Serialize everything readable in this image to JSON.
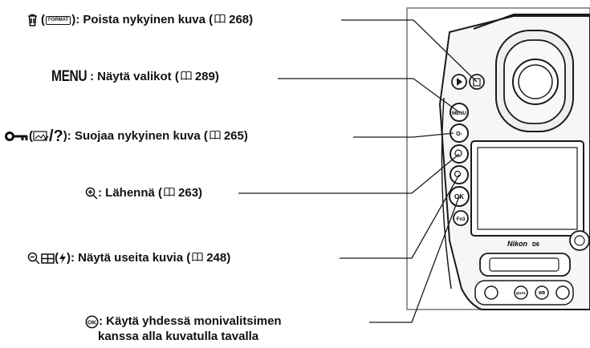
{
  "callouts": {
    "delete": {
      "symbol_alt": "(",
      "symbol_alt_box": "FORMAT",
      "text": "): Poista nykyinen kuva (",
      "page": "268",
      "close": ")"
    },
    "menu": {
      "symbol": "MENU",
      "text": ": Näytä valikot (",
      "page": "289",
      "close": ")"
    },
    "protect": {
      "text_open": " (",
      "symbol_q": "/?",
      "text": "): Suojaa nykyinen kuva (",
      "page": "265",
      "close": ")"
    },
    "zoom_in": {
      "text": ": Lähennä (",
      "page": "263",
      "close": ")"
    },
    "thumbnail": {
      "text_open": " (",
      "text": "): Näytä useita kuvia (",
      "page": "248",
      "close": ")"
    },
    "ok": {
      "text": ": Käytä yhdessä monivalitsimen",
      "text_line2": "kanssa alla kuvatulla tavalla"
    }
  },
  "camera": {
    "brand": "Nikon",
    "model_badge": "D6",
    "buttons": {
      "menu": "MENU",
      "ok": "OK",
      "fn3": "Fn3",
      "qual": "QUAL",
      "wb": "WB"
    }
  },
  "colors": {
    "ink": "#111111",
    "camera_body": "#f4f4f4",
    "camera_stroke": "#1a1a1a",
    "panel_bg": "#dddddd"
  },
  "icons": [
    "trash-icon",
    "book-icon",
    "key-icon",
    "retouch-icon",
    "zoom-in-icon",
    "zoom-out-thumbnail-icon",
    "flash-icon",
    "ok-icon"
  ]
}
